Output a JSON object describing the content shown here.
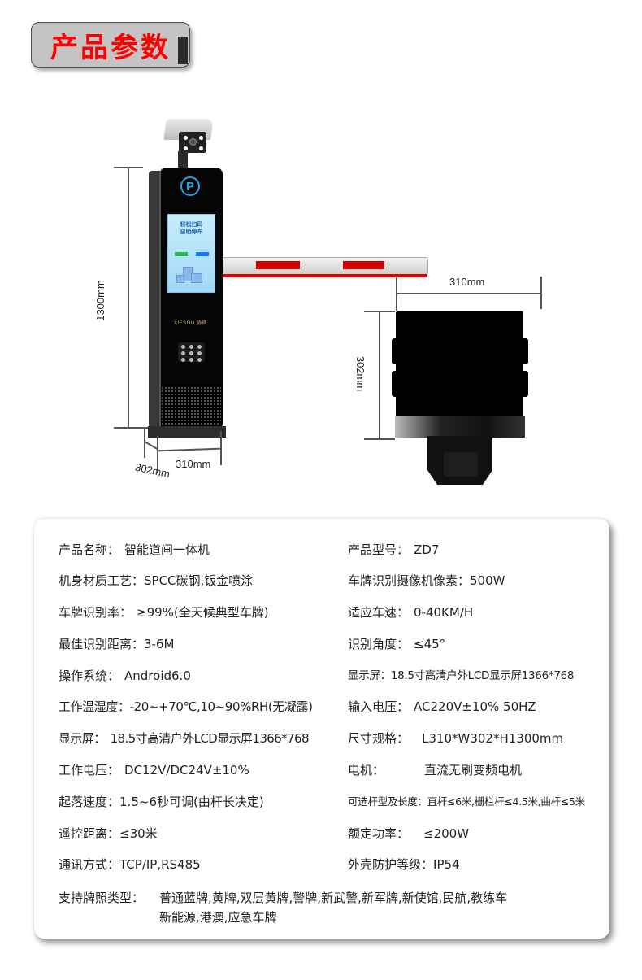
{
  "header": {
    "title": "产品参数"
  },
  "diagram": {
    "dimensions": {
      "height": "1300mm",
      "width_front": "310mm",
      "depth_front": "302mm",
      "top_view_width": "310mm",
      "top_view_depth": "302mm"
    },
    "screen": {
      "line1": "轻松扫码",
      "line2": "自助停车"
    },
    "brand": "XIESOU 协硕",
    "logo": "P"
  },
  "specs": {
    "left": [
      {
        "label": "产品名称：",
        "value": "智能道闸一体机"
      },
      {
        "label": "机身材质工艺：",
        "value": "SPCC碳钢,钣金喷涂"
      },
      {
        "label": "车牌识别率：",
        "value": "≥99%(全天候典型车牌)"
      },
      {
        "label": "最佳识别距离：",
        "value": "3-6M"
      },
      {
        "label": "操作系统：",
        "value": "Android6.0"
      },
      {
        "label": "工作温湿度：",
        "value": "-20~+70℃,10~90%RH(无凝露)"
      },
      {
        "label": "显示屏：",
        "value": "18.5寸高清户外LCD显示屏1366*768"
      },
      {
        "label": "工作电压：",
        "value": "DC12V/DC24V±10%"
      },
      {
        "label": "起落速度：",
        "value": "1.5~6秒可调(由杆长决定)"
      },
      {
        "label": "遥控距离：",
        "value": "≤30米"
      },
      {
        "label": "通讯方式：",
        "value": "TCP/IP,RS485"
      }
    ],
    "right": [
      {
        "label": "产品型号：",
        "value": "ZD7"
      },
      {
        "label": "车牌识别摄像机像素：",
        "value": "500W"
      },
      {
        "label": "适应车速：",
        "value": "0-40KM/H"
      },
      {
        "label": "识别角度：",
        "value": "≤45°"
      },
      {
        "label": "显示屏：",
        "value": "18.5寸高清户外LCD显示屏1366*768"
      },
      {
        "label": "输入电压：",
        "value": "AC220V±10% 50HZ"
      },
      {
        "label": "尺寸规格：",
        "value": "L310*W302*H1300mm"
      },
      {
        "label": "电机：",
        "value": "直流无刷变频电机"
      },
      {
        "label": "可选杆型及长度：",
        "value": "直杆≤6米,栅栏杆≤4.5米,曲杆≤5米"
      },
      {
        "label": "额定功率：",
        "value": "≤200W"
      },
      {
        "label": "外壳防护等级：",
        "value": "IP54"
      }
    ],
    "plates": {
      "label": "支持牌照类型：",
      "line1": "普通蓝牌,黄牌,双层黄牌,警牌,新武警,新军牌,新使馆,民航,教练车",
      "line2": "新能源,港澳,应急车牌"
    }
  }
}
